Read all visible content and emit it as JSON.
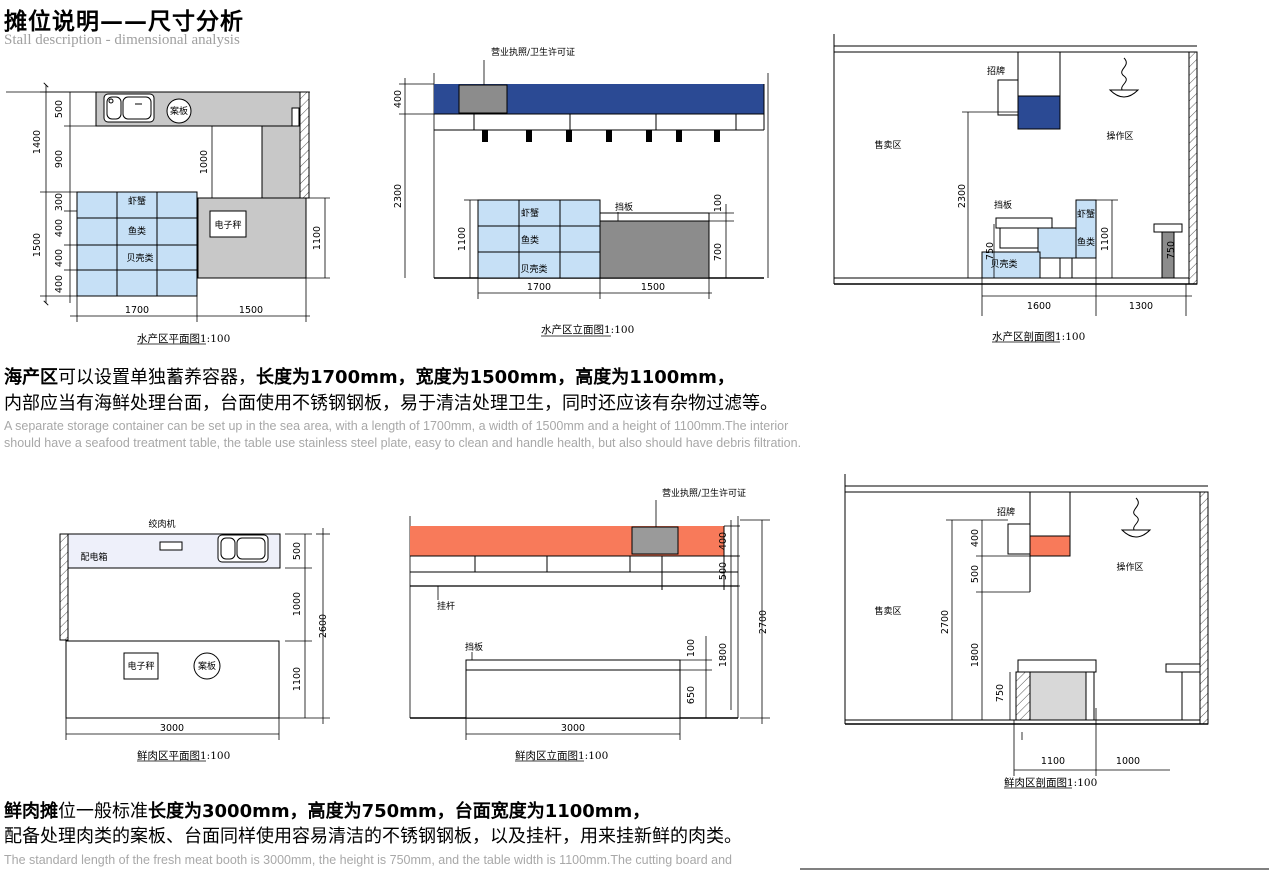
{
  "header": {
    "title": "摊位说明——尺寸分析",
    "subtitle": "Stall description - dimensional analysis"
  },
  "seafood": {
    "plan": {
      "caption": "水产区平面图1:100",
      "board": "案板",
      "scale": "电子秤",
      "bins": [
        "虾蟹",
        "鱼类",
        "贝壳类"
      ],
      "dims": {
        "d500": "500",
        "d900": "900",
        "d1400": "1400",
        "d1000": "1000",
        "d300": "300",
        "d400a": "400",
        "d400b": "400",
        "d400c": "400",
        "d1500v": "1500",
        "d1100": "1100",
        "d1700": "1700",
        "d1500h": "1500"
      }
    },
    "elevation": {
      "caption": "水产区立面图1:100",
      "license": "营业执照/卫生许可证",
      "guard": "挡板",
      "bins": [
        "虾蟹",
        "鱼类",
        "贝壳类"
      ],
      "dims": {
        "d400": "400",
        "d2300": "2300",
        "d1100": "1100",
        "d100": "100",
        "d700": "700",
        "d1700": "1700",
        "d1500": "1500"
      }
    },
    "section": {
      "caption": "水产区剖面图1:100",
      "sign": "招牌",
      "sales": "售卖区",
      "work": "操作区",
      "guard": "挡板",
      "bins": [
        "虾蟹",
        "鱼类",
        "贝壳类"
      ],
      "dims": {
        "d2300": "2300",
        "d1100": "1100",
        "d750a": "750",
        "d750b": "750",
        "d1600": "1600",
        "d1300": "1300"
      }
    },
    "text": {
      "l1_b1": "海产区",
      "l1_n1": "可以设置单独蓄养容器，",
      "l1_b2": "长度为1700mm，宽度为1500mm，高度为1100mm，",
      "l2": "内部应当有海鲜处理台面，台面使用不锈钢钢板，易于清洁处理卫生，同时还应该有杂物过滤等。",
      "en1": "A separate storage container can be set up in the sea area, with a length of 1700mm, a width of 1500mm and a height of 1100mm.The interior",
      "en2": "should have a seafood treatment table, the table use stainless steel plate, easy to clean and handle health, but also should have debris filtration."
    }
  },
  "meat": {
    "plan": {
      "caption": "鲜肉区平面图1:100",
      "grinder": "绞肉机",
      "box": "配电箱",
      "scale": "电子秤",
      "board": "案板",
      "dims": {
        "d500": "500",
        "d1000": "1000",
        "d2600": "2600",
        "d1100": "1100",
        "d3000": "3000"
      }
    },
    "elevation": {
      "caption": "鲜肉区立面图1:100",
      "license": "营业执照/卫生许可证",
      "pole": "挂杆",
      "guard": "挡板",
      "dims": {
        "d400": "400",
        "d500": "500",
        "d2700": "2700",
        "d100": "100",
        "d1800": "1800",
        "d650": "650",
        "d3000": "3000"
      }
    },
    "section": {
      "caption": "鲜肉区剖面图1:100",
      "sign": "招牌",
      "sales": "售卖区",
      "work": "操作区",
      "dims": {
        "d400": "400",
        "d500": "500",
        "d2700": "2700",
        "d1800": "1800",
        "d750": "750",
        "d1100": "1100",
        "d1000": "1000"
      }
    },
    "text": {
      "l1_b1": "鲜肉摊",
      "l1_n1": "位一般标准",
      "l1_b2": "长度为3000mm，高度为750mm，台面宽度为1100mm，",
      "l2": "配备处理肉类的案板、台面同样使用容易清洁的不锈钢钢板，以及挂杆，用来挂新鲜的肉类。",
      "en1": "The standard length of the fresh meat booth is 3000mm, the height is 750mm, and the table width is 1100mm.The cutting board and"
    }
  },
  "colors": {
    "blue": "#2b4a94",
    "glass": "#c6e0f6",
    "grey": "#c8c8c8",
    "dark": "#8c8c8c",
    "orange": "#f87a5a"
  }
}
